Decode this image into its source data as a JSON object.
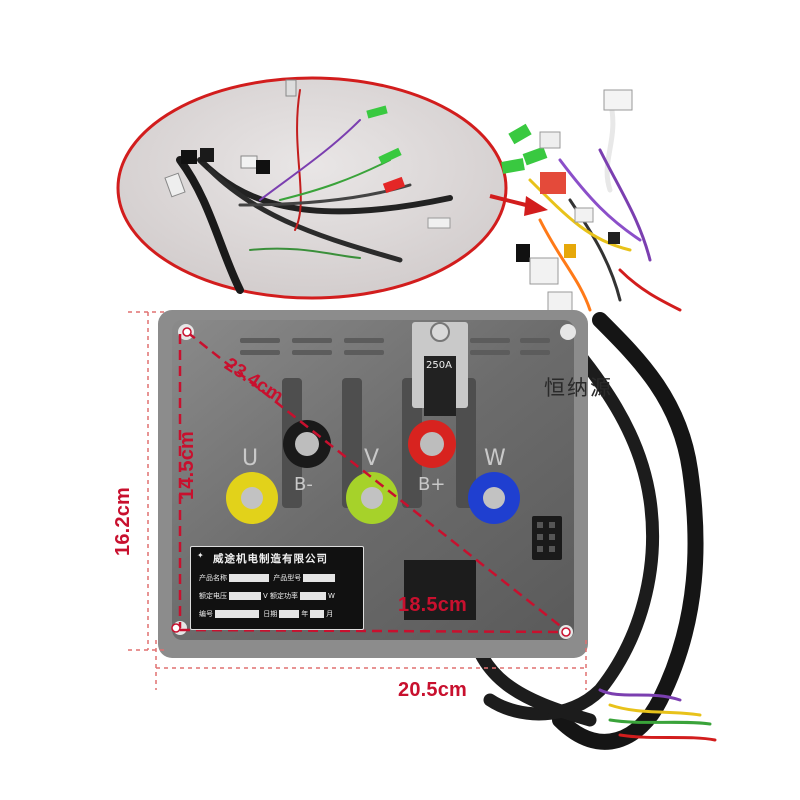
{
  "image": {
    "dimensions": {
      "diagonal": "23.4cm",
      "inner_height": "14.5cm",
      "outer_height": "16.2cm",
      "inner_width": "18.5cm",
      "outer_width": "20.5cm"
    },
    "watermark": "恒纳源",
    "terminals": {
      "u": "U",
      "v": "V",
      "w": "W",
      "b_minus": "B-",
      "b_plus": "B+"
    },
    "fuse_label": "250A",
    "nameplate": {
      "company": "威途机电制造有限公司",
      "product_name": "产品名称",
      "product_model": "产品型号",
      "rated_voltage": "额定电压",
      "rated_voltage_unit": "V",
      "rated_power": "额定功率",
      "rated_power_unit": "W",
      "serial": "编号",
      "date": "日期",
      "year": "年",
      "month": "月"
    },
    "colors": {
      "dimension_red": "#c8102e",
      "housing_gray": "#6f6f6f",
      "terminal_yellow": "#e2d21a",
      "terminal_green": "#a6d22a",
      "terminal_blue": "#1f3fd0",
      "terminal_red": "#d8231f"
    }
  }
}
